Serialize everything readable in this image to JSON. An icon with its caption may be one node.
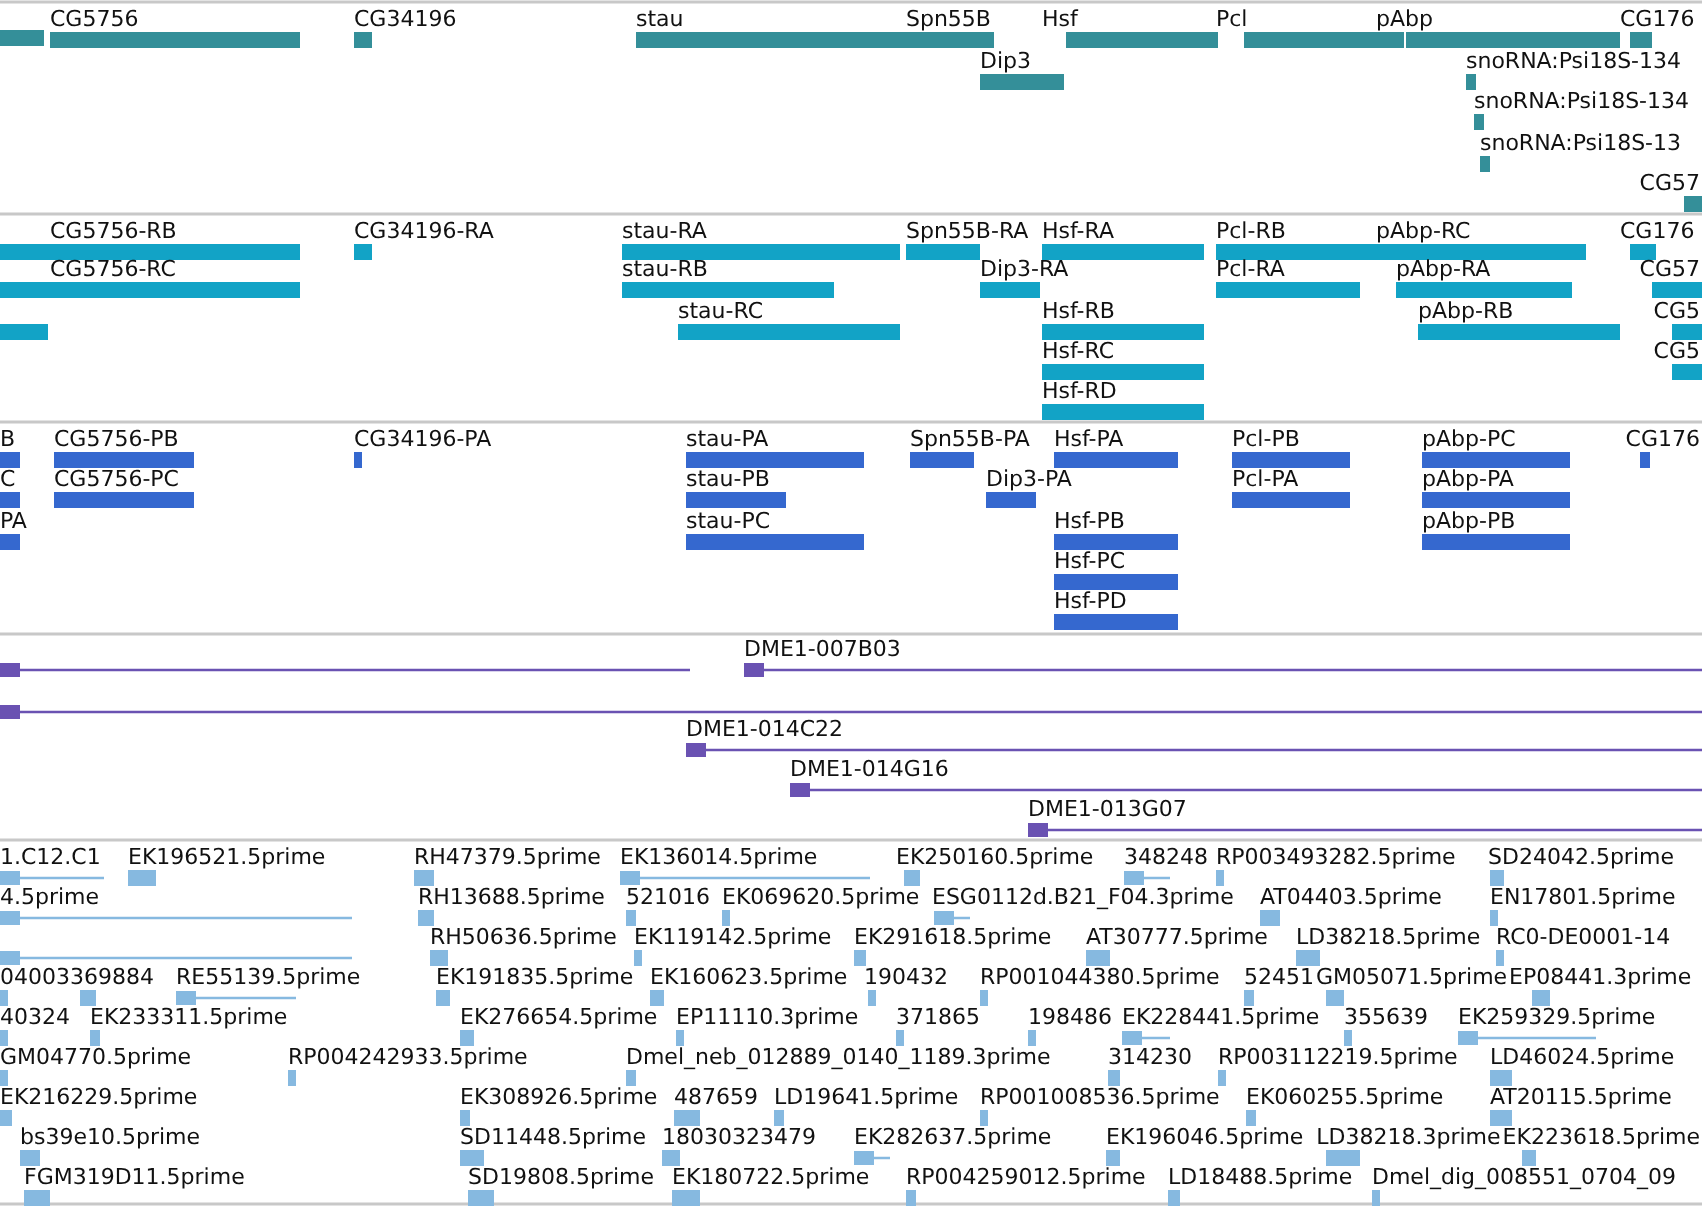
{
  "diagram": {
    "labels": [
      "CG5756",
      "CG34196",
      "stau",
      "Spn55B",
      "Hsf",
      "Pcl",
      "pAbp",
      "CG176",
      "Dip3",
      "snoRNA:Psi18S-134",
      "snoRNA:Psi18S-134",
      "snoRNA:Psi18S-13",
      "CG57",
      "CG5756-RB",
      "CG34196-RA",
      "stau-RA",
      "Spn55B-RA",
      "Hsf-RA",
      "Pcl-RB",
      "pAbp-RC",
      "CG176",
      "CG5756-RC",
      "stau-RB",
      "Dip3-RA",
      "Pcl-RA",
      "pAbp-RA",
      "CG57",
      "stau-RC",
      "Hsf-RB",
      "pAbp-RB",
      "CG5",
      "Hsf-RC",
      "CG5",
      "Hsf-RD",
      "B",
      "CG5756-PB",
      "CG34196-PA",
      "stau-PA",
      "Spn55B-PA",
      "Hsf-PA",
      "Pcl-PB",
      "pAbp-PC",
      "CG176",
      "C",
      "CG5756-PC",
      "stau-PB",
      "Dip3-PA",
      "Pcl-PA",
      "pAbp-PA",
      "PA",
      "stau-PC",
      "Hsf-PB",
      "pAbp-PB",
      "Hsf-PC",
      "Hsf-PD",
      "DME1-007B03",
      "DME1-014C22",
      "DME1-014G16",
      "DME1-013G07",
      "1.C12.C1",
      "EK196521.5prime",
      "RH47379.5prime",
      "EK136014.5prime",
      "EK250160.5prime",
      "348248",
      "RP003493282.5prime",
      "SD24042.5prime",
      "4.5prime",
      "RH13688.5prime",
      "521016",
      "EK069620.5prime",
      "ESG0112d.B21_F04.3prime",
      "AT04403.5prime",
      "EN17801.5prime",
      "RH50636.5prime",
      "EK119142.5prime",
      "EK291618.5prime",
      "AT30777.5prime",
      "LD38218.5prime",
      "RC0-DE0001-14",
      "04003369884",
      "RE55139.5prime",
      "EK191835.5prime",
      "EK160623.5prime",
      "190432",
      "RP001044380.5prime",
      "52451",
      "GM05071.5prime",
      "EP08441.3prime",
      "40324",
      "EK233311.5prime",
      "EK276654.5prime",
      "EP11110.3prime",
      "371865",
      "198486",
      "EK228441.5prime",
      "355639",
      "EK259329.5prime",
      "GM04770.5prime",
      "RP004242933.5prime",
      "Dmel_neb_012889_0140_1189.3prime",
      "314230",
      "RP003112219.5prime",
      "LD46024.5prime",
      "EK216229.5prime",
      "EK308926.5prime",
      "487659",
      "LD19641.5prime",
      "RP001008536.5prime",
      "EK060255.5prime",
      "AT20115.5prime",
      "bs39e10.5prime",
      "SD11448.5prime",
      "18030323479",
      "EK282637.5prime",
      "EK196046.5prime",
      "LD38218.3prime",
      "EK223618.5prime",
      "FGM319D11.5prime",
      "SD19808.5prime",
      "EK180722.5prime",
      "RP004259012.5prime",
      "LD18488.5prime",
      "Dmel_dig_008551_0704_09"
    ]
  }
}
